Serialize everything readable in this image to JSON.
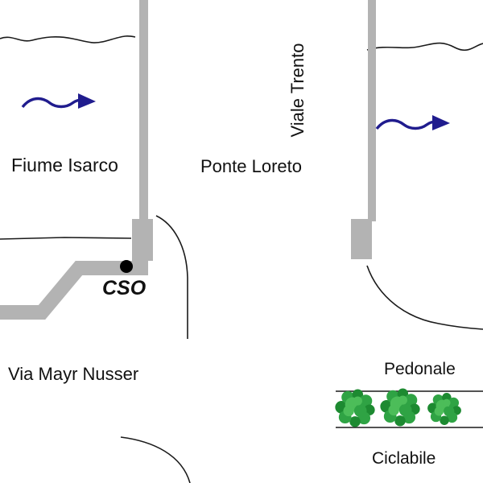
{
  "labels": {
    "fiume_isarco": "Fiume Isarco",
    "ponte_loreto": "Ponte Loreto",
    "viale_trento": "Viale Trento",
    "via_mayr_nusser": "Via Mayr Nusser",
    "cso": "CSO",
    "pedonale": "Pedonale",
    "ciclabile": "Ciclabile"
  },
  "colors": {
    "background": "#ffffff",
    "pipe_gray": "#b3b3b3",
    "line_black": "#1a1a1a",
    "flow_arrow_navy": "#201c8e",
    "marker_black": "#000000",
    "tree_green": "#2fa344",
    "tree_green_dark": "#1d8a31",
    "tree_green_light": "#4cbd59"
  }
}
